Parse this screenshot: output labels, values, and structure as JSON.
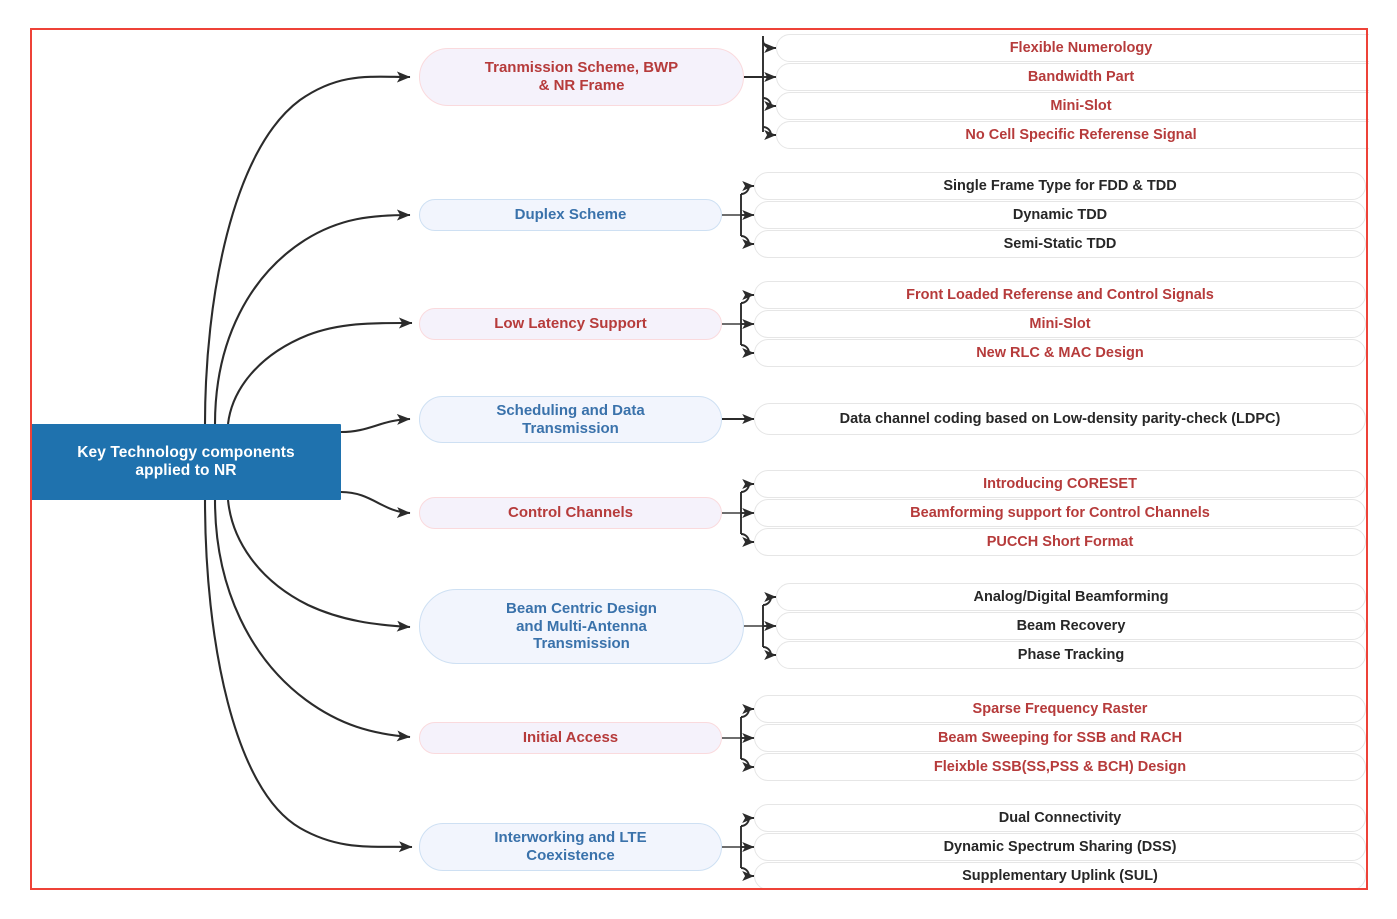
{
  "diagram": {
    "title": "Key Technology components applied to NR",
    "type": "mind-map",
    "colors": {
      "frame_border": "#ee4238",
      "root_fill": "#1f72ae",
      "root_text": "#ffffff",
      "pink_branch_fill": "#f5f2fb",
      "pink_branch_border": "#fadadd",
      "pink_branch_text": "#b63b3b",
      "blue_branch_fill": "#f2f5fd",
      "blue_branch_border": "#cee0f3",
      "blue_branch_text": "#3a72ab",
      "leaf_fill": "#ffffff",
      "leaf_border": "#e6e6e6",
      "leaf_text_dark": "#272727",
      "connector": "#2b2b2b"
    }
  },
  "root": {
    "label": "Key Technology components applied to NR",
    "line1": "Key Technology components",
    "line2": "applied to NR"
  },
  "branches": [
    {
      "id": "transmission-scheme",
      "theme": "pink",
      "label": "Tranmission Scheme, BWP & NR Frame",
      "line1": "Tranmission Scheme, BWP",
      "line2": "& NR Frame",
      "leaves": [
        "Flexible Numerology",
        "Bandwidth Part",
        "Mini-Slot",
        "No Cell Specific Referense Signal"
      ]
    },
    {
      "id": "duplex-scheme",
      "theme": "blue",
      "label": "Duplex Scheme",
      "line1": "Duplex Scheme",
      "line2": "",
      "leaves": [
        "Single Frame Type for FDD & TDD",
        "Dynamic TDD",
        "Semi-Static TDD"
      ]
    },
    {
      "id": "low-latency-support",
      "theme": "pink",
      "label": "Low Latency Support",
      "line1": "Low Latency Support",
      "line2": "",
      "leaves": [
        "Front Loaded Referense and Control Signals",
        "Mini-Slot",
        "New RLC & MAC Design"
      ]
    },
    {
      "id": "scheduling-and-data-transmission",
      "theme": "blue",
      "label": "Scheduling and Data Transmission",
      "line1": "Scheduling and Data",
      "line2": "Transmission",
      "leaves": [
        "Data channel coding based on Low-density parity-check (LDPC)"
      ]
    },
    {
      "id": "control-channels",
      "theme": "pink",
      "label": "Control Channels",
      "line1": "Control Channels",
      "line2": "",
      "leaves": [
        "Introducing CORESET",
        "Beamforming support for Control Channels",
        "PUCCH Short Format"
      ]
    },
    {
      "id": "beam-centric-design",
      "theme": "blue",
      "label": "Beam Centric Design and Multi-Antenna Transmission",
      "line1": "Beam Centric Design",
      "line2": "and Multi-Antenna",
      "line3": "Transmission",
      "leaves": [
        "Analog/Digital Beamforming",
        "Beam Recovery",
        "Phase Tracking"
      ]
    },
    {
      "id": "initial-access",
      "theme": "pink",
      "label": "Initial Access",
      "line1": "Initial Access",
      "line2": "",
      "leaves": [
        "Sparse Frequency Raster",
        "Beam Sweeping for SSB and RACH",
        "Fleixble SSB(SS,PSS & BCH) Design"
      ]
    },
    {
      "id": "interworking-and-lte-coexistence",
      "theme": "blue",
      "label": "Interworking and LTE Coexistence",
      "line1": "Interworking and LTE",
      "line2": "Coexistence",
      "leaves": [
        "Dual Connectivity",
        "Dynamic Spectrum Sharing (DSS)",
        "Supplementary Uplink (SUL)"
      ]
    }
  ]
}
